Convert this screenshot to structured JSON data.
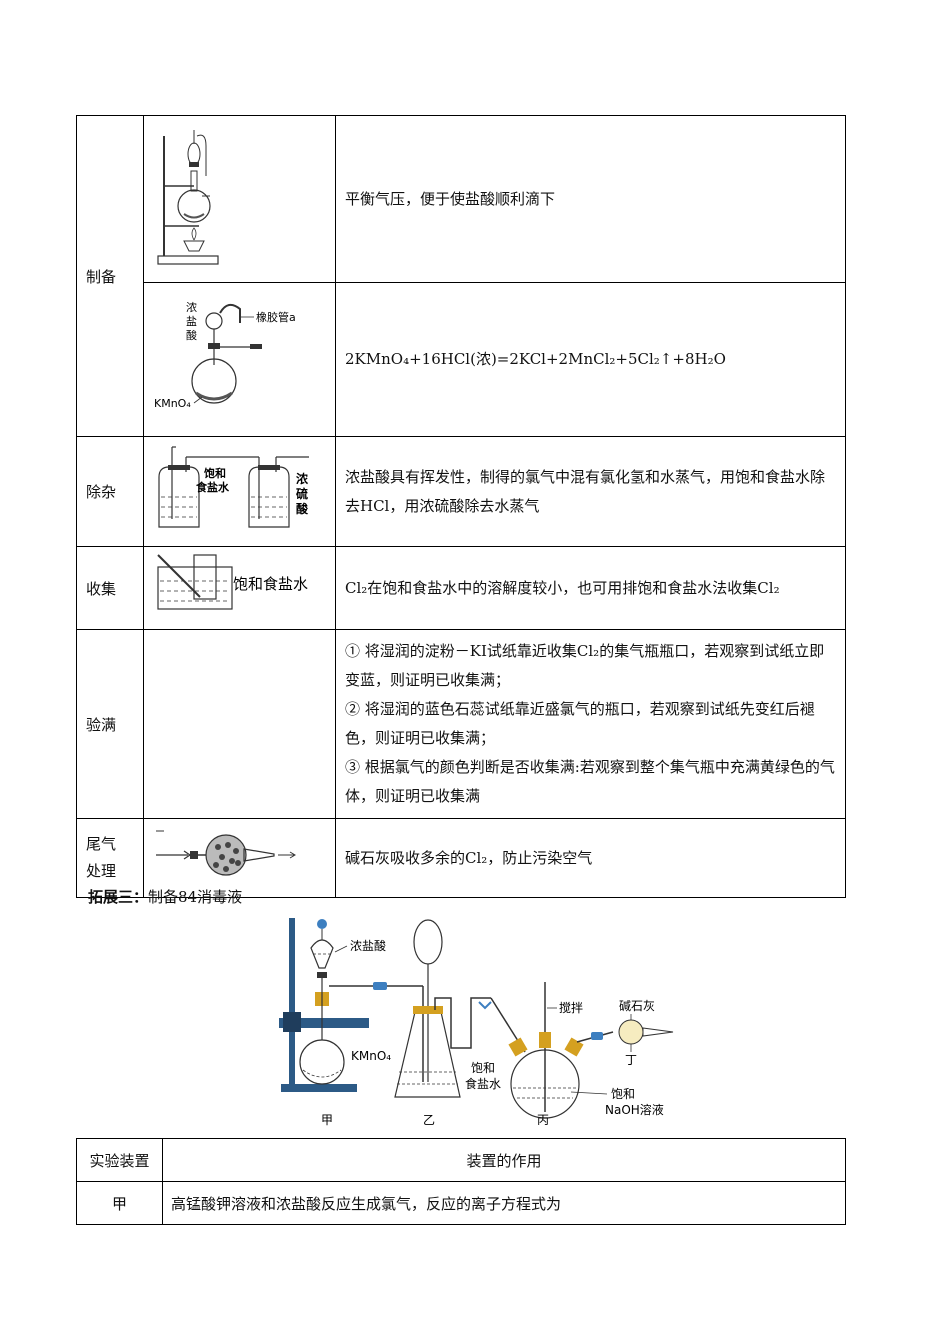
{
  "table1": {
    "rows": [
      {
        "category": "制备",
        "desc_a": "平衡气压，便于使盐酸顺利滴下",
        "desc_b": "2KMnO₄+16HCl(浓)=2KCl+2MnCl₂+5Cl₂↑+8H₂O"
      },
      {
        "category": "除杂",
        "desc": "浓盐酸具有挥发性，制得的氯气中混有氯化氢和水蒸气，用饱和食盐水除去HCl，用浓硫酸除去水蒸气"
      },
      {
        "category": "收集",
        "desc": "Cl₂在饱和食盐水中的溶解度较小，也可用排饱和食盐水法收集Cl₂"
      },
      {
        "category": "验满",
        "items": [
          "① 将湿润的淀粉－KI试纸靠近收集Cl₂的集气瓶瓶口，若观察到试纸立即变蓝，则证明已收集满；",
          "② 将湿润的蓝色石蕊试纸靠近盛氯气的瓶口，若观察到试纸先变红后褪色，则证明已收集满；",
          "③ 根据氯气的颜色判断是否收集满:若观察到整个集气瓶中充满黄绿色的气体，则证明已收集满"
        ]
      },
      {
        "category_line1": "尾气",
        "category_line2": "处理",
        "desc": "碱石灰吸收多余的Cl₂，防止污染空气"
      }
    ],
    "labels": {
      "conc_hcl_1": "浓",
      "conc_hcl_2": "盐",
      "conc_hcl_3": "酸",
      "rubber_tube": "橡胶管a",
      "kmno4": "KMnO₄",
      "sat_nacl_1": "饱和",
      "sat_nacl_2": "食盐水",
      "conc_h2so4_1": "浓",
      "conc_h2so4_2": "硫",
      "conc_h2so4_3": "酸",
      "sat_nacl_collect": "饱和食盐水"
    }
  },
  "extension": {
    "label": "拓展三：",
    "title": "制备84消毒液"
  },
  "apparatus": {
    "conc_hcl": "浓盐酸",
    "kmno4": "KMnO₄",
    "sat_nacl_1": "饱和",
    "sat_nacl_2": "食盐水",
    "stir": "搅拌",
    "soda_lime": "碱石灰",
    "naoh_1": "饱和",
    "naoh_2": "NaOH溶液",
    "jia": "甲",
    "yi": "乙",
    "bing": "丙",
    "ding": "丁"
  },
  "table2": {
    "header": [
      "实验装置",
      "装置的作用"
    ],
    "row": [
      "甲",
      "高锰酸钾溶液和浓盐酸反应生成氯气，反应的离子方程式为"
    ]
  }
}
